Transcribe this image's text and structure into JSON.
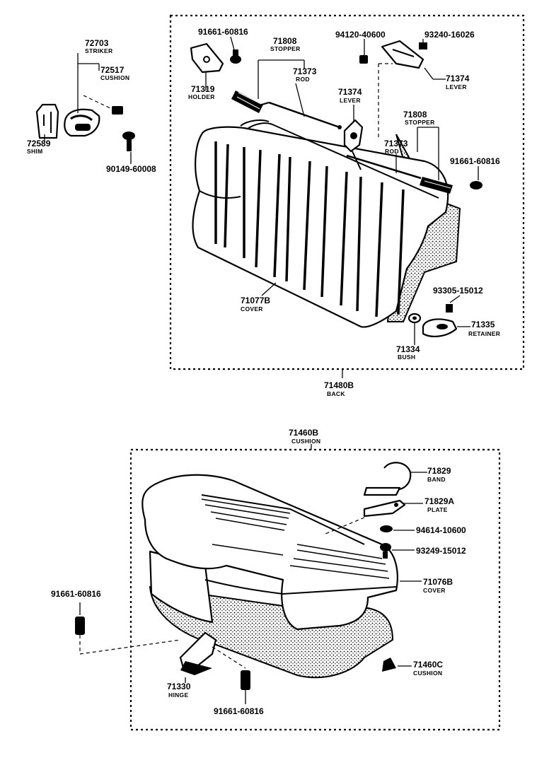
{
  "upper_group": {
    "assembly": {
      "number": "71480B",
      "name": "BACK"
    },
    "parts": {
      "striker": {
        "number": "72703",
        "name": "STRIKER"
      },
      "cushion": {
        "number": "72517",
        "name": "CUSHION"
      },
      "shim": {
        "number": "72589",
        "name": "SHIM"
      },
      "bolt": {
        "number": "90149-60008"
      },
      "screw_top": {
        "number": "91661-60816"
      },
      "stopper_left": {
        "number": "71808",
        "name": "STOPPER"
      },
      "rod_left": {
        "number": "71373",
        "name": "ROD"
      },
      "holder": {
        "number": "71319",
        "name": "HOLDER"
      },
      "nut": {
        "number": "94120-40600"
      },
      "pin": {
        "number": "93240-16026"
      },
      "lever_right": {
        "number": "71374",
        "name": "LEVER"
      },
      "lever_center": {
        "number": "71374",
        "name": "LEVER"
      },
      "stopper_right": {
        "number": "71808",
        "name": "STOPPER"
      },
      "rod_right": {
        "number": "71373",
        "name": "ROD"
      },
      "screw_right": {
        "number": "91661-60816"
      },
      "cover": {
        "number": "71077B",
        "name": "COVER"
      },
      "screw_retainer": {
        "number": "93305-15012"
      },
      "retainer": {
        "number": "71335",
        "name": "RETAINER"
      },
      "bush": {
        "number": "71334",
        "name": "BUSH"
      }
    }
  },
  "lower_group": {
    "assembly": {
      "number": "71460B",
      "name": "CUSHION"
    },
    "parts": {
      "band": {
        "number": "71829",
        "name": "BAND"
      },
      "plate": {
        "number": "71829A",
        "name": "PLATE"
      },
      "nut": {
        "number": "94614-10600"
      },
      "screw": {
        "number": "93249-15012"
      },
      "cover": {
        "number": "71076B",
        "name": "COVER"
      },
      "cushion_pad": {
        "number": "71460C",
        "name": "CUSHION"
      },
      "screw_left": {
        "number": "91661-60816"
      },
      "hinge": {
        "number": "71330",
        "name": "HINGE"
      },
      "screw_bottom": {
        "number": "91661-60816"
      }
    }
  }
}
